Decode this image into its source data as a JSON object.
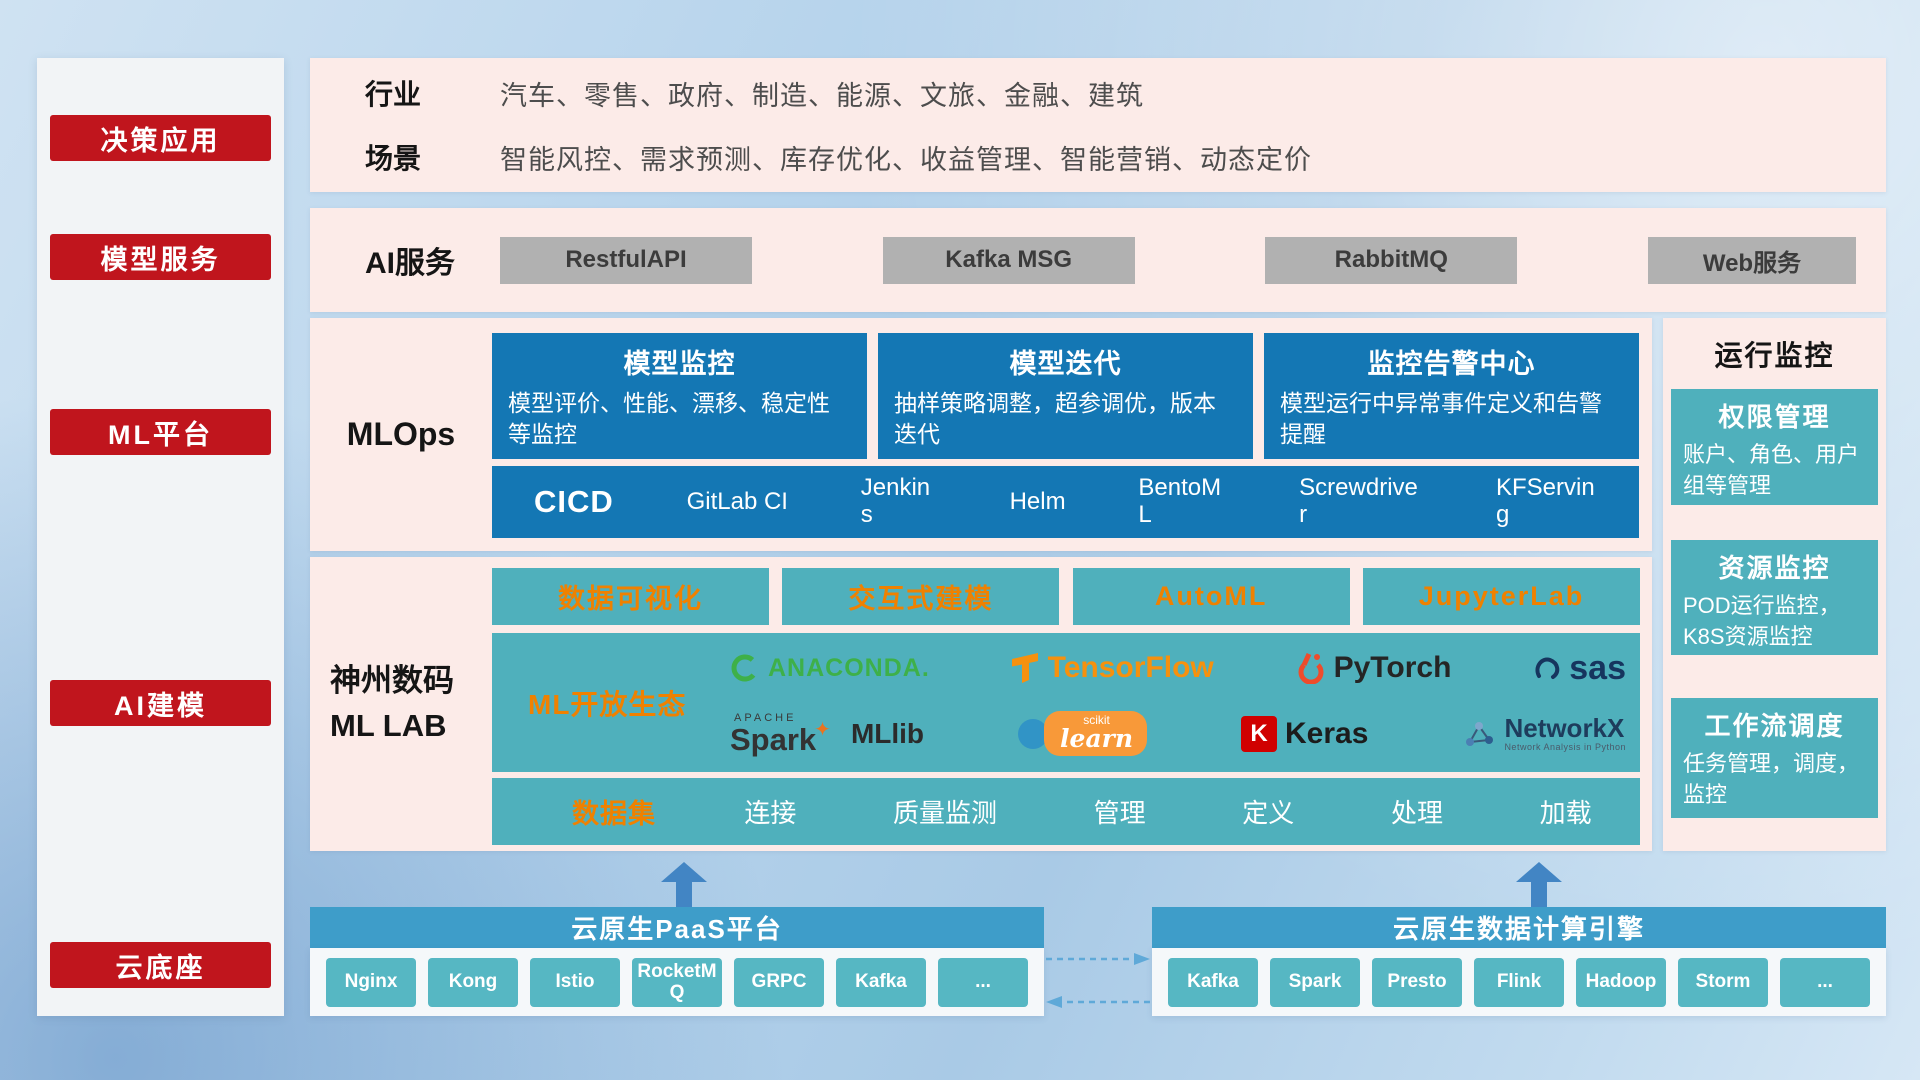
{
  "colors": {
    "accent_red": "#c0151d",
    "pink_band": "#fcebe8",
    "mlops_blue": "#1477b4",
    "teal": "#4fb0bc",
    "orange_text": "#ef8100",
    "gray_button": "#b1b1b1",
    "bottom_header_blue": "#3e9dc9",
    "bottom_chip_teal": "#56b7c3"
  },
  "sidebar": {
    "items": [
      "决策应用",
      "模型服务",
      "ML平台",
      "AI建模",
      "云底座"
    ]
  },
  "industry": {
    "rows": [
      {
        "label": "行业",
        "text": "汽车、零售、政府、制造、能源、文旅、金融、建筑"
      },
      {
        "label": "场景",
        "text": "智能风控、需求预测、库存优化、收益管理、智能营销、动态定价"
      }
    ]
  },
  "ai_service": {
    "label": "AI服务",
    "buttons": [
      "RestfulAPI",
      "Kafka MSG",
      "RabbitMQ",
      "Web服务"
    ]
  },
  "mlops": {
    "label": "MLOps",
    "cards": [
      {
        "title": "模型监控",
        "desc": "模型评价、性能、漂移、稳定性等监控"
      },
      {
        "title": "模型迭代",
        "desc": "抽样策略调整，超参调优，版本迭代"
      },
      {
        "title": "监控告警中心",
        "desc": "模型运行中异常事件定义和告警提醒"
      }
    ],
    "cicd_label": "CICD",
    "cicd_items": [
      "GitLab CI",
      "Jenkins",
      "Helm",
      "BentoML",
      "Screwdriver",
      "KFServing"
    ]
  },
  "mllab": {
    "label_line1": "神州数码",
    "label_line2": "ML LAB",
    "top_buttons": [
      "数据可视化",
      "交互式建模",
      "AutoML",
      "JupyterLab"
    ],
    "ecosystem_label": "ML开放生态",
    "logos": {
      "anaconda": "ANACONDA.",
      "tensorflow": "TensorFlow",
      "pytorch": "PyTorch",
      "sas": "sas",
      "spark_small": "APACHE",
      "spark": "Spark",
      "mllib": "MLlib",
      "scikit_small": "scikit",
      "scikit": "learn",
      "keras_letter": "K",
      "keras": "Keras",
      "networkx": "NetworkX",
      "networkx_sub": "Network Analysis in Python"
    },
    "dataset_label": "数据集",
    "dataset_items": [
      "连接",
      "质量监测",
      "管理",
      "定义",
      "处理",
      "加载"
    ]
  },
  "monitor": {
    "title": "运行监控",
    "cards": [
      {
        "title": "权限管理",
        "desc": "账户、角色、用户组等管理"
      },
      {
        "title": "资源监控",
        "desc": "POD运行监控，K8S资源监控"
      },
      {
        "title": "工作流调度",
        "desc": "任务管理，调度，监控"
      }
    ]
  },
  "bottom": {
    "paas_title": "云原生PaaS平台",
    "paas_items": [
      "Nginx",
      "Kong",
      "Istio",
      "RocketMQ",
      "GRPC",
      "Kafka",
      "..."
    ],
    "engine_title": "云原生数据计算引擎",
    "engine_items": [
      "Kafka",
      "Spark",
      "Presto",
      "Flink",
      "Hadoop",
      "Storm",
      "..."
    ]
  },
  "icons": {
    "spark_star": "✦"
  }
}
